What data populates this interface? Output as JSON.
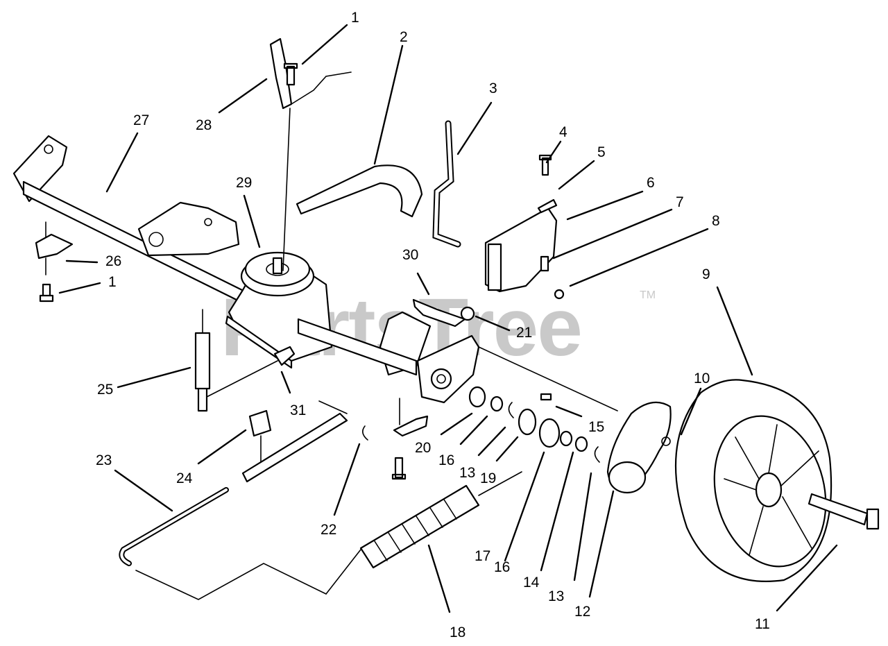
{
  "watermark": {
    "text": "PartsTree",
    "trademark": "TM"
  },
  "callouts": [
    {
      "id": "c1a",
      "text": "1"
    },
    {
      "id": "c2",
      "text": "2"
    },
    {
      "id": "c3",
      "text": "3"
    },
    {
      "id": "c4",
      "text": "4"
    },
    {
      "id": "c5",
      "text": "5"
    },
    {
      "id": "c6",
      "text": "6"
    },
    {
      "id": "c7",
      "text": "7"
    },
    {
      "id": "c8",
      "text": "8"
    },
    {
      "id": "c9",
      "text": "9"
    },
    {
      "id": "c10",
      "text": "10"
    },
    {
      "id": "c11",
      "text": "11"
    },
    {
      "id": "c12",
      "text": "12"
    },
    {
      "id": "c13a",
      "text": "13"
    },
    {
      "id": "c13b",
      "text": "13"
    },
    {
      "id": "c14",
      "text": "14"
    },
    {
      "id": "c15",
      "text": "15"
    },
    {
      "id": "c16a",
      "text": "16"
    },
    {
      "id": "c16b",
      "text": "16"
    },
    {
      "id": "c17",
      "text": "17"
    },
    {
      "id": "c18",
      "text": "18"
    },
    {
      "id": "c19",
      "text": "19"
    },
    {
      "id": "c20",
      "text": "20"
    },
    {
      "id": "c21",
      "text": "21"
    },
    {
      "id": "c22",
      "text": "22"
    },
    {
      "id": "c23",
      "text": "23"
    },
    {
      "id": "c24",
      "text": "24"
    },
    {
      "id": "c25",
      "text": "25"
    },
    {
      "id": "c26",
      "text": "26"
    },
    {
      "id": "c1b",
      "text": "1"
    },
    {
      "id": "c27",
      "text": "27"
    },
    {
      "id": "c28",
      "text": "28"
    },
    {
      "id": "c29",
      "text": "29"
    },
    {
      "id": "c30",
      "text": "30"
    },
    {
      "id": "c31",
      "text": "31"
    }
  ]
}
